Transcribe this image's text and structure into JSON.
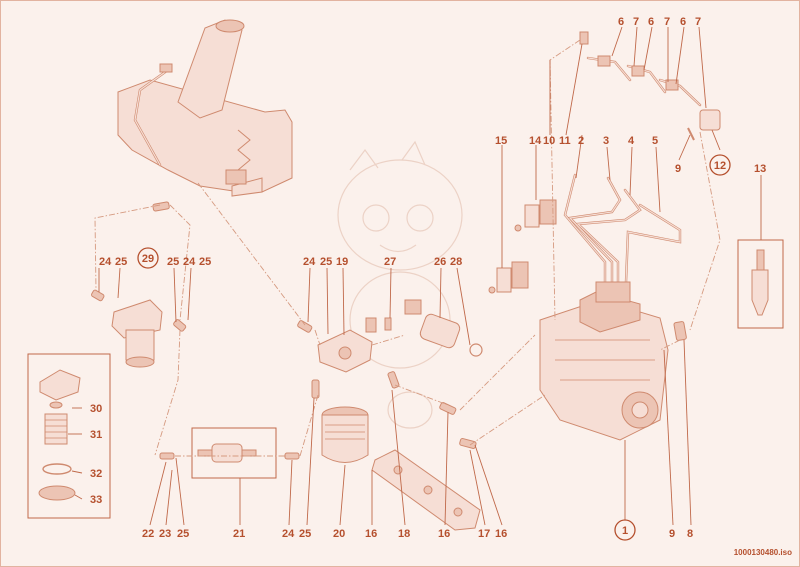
{
  "drawing_code": "1000130480.iso",
  "callouts": [
    {
      "id": "c6a",
      "text": "6"
    },
    {
      "id": "c7a",
      "text": "7"
    },
    {
      "id": "c6b",
      "text": "6"
    },
    {
      "id": "c7b",
      "text": "7"
    },
    {
      "id": "c6c",
      "text": "6"
    },
    {
      "id": "c7c",
      "text": "7"
    },
    {
      "id": "c15",
      "text": "15"
    },
    {
      "id": "c14",
      "text": "14"
    },
    {
      "id": "c10",
      "text": "10"
    },
    {
      "id": "c11",
      "text": "11"
    },
    {
      "id": "c2",
      "text": "2"
    },
    {
      "id": "c3",
      "text": "3"
    },
    {
      "id": "c4",
      "text": "4"
    },
    {
      "id": "c5",
      "text": "5"
    },
    {
      "id": "c9a",
      "text": "9"
    },
    {
      "id": "c13",
      "text": "13"
    },
    {
      "id": "c24a",
      "text": "24"
    },
    {
      "id": "c25a",
      "text": "25"
    },
    {
      "id": "c25b",
      "text": "25"
    },
    {
      "id": "c24b",
      "text": "24"
    },
    {
      "id": "c25c",
      "text": "25"
    },
    {
      "id": "c24c",
      "text": "24"
    },
    {
      "id": "c25d",
      "text": "25"
    },
    {
      "id": "c19",
      "text": "19"
    },
    {
      "id": "c27",
      "text": "27"
    },
    {
      "id": "c26",
      "text": "26"
    },
    {
      "id": "c28",
      "text": "28"
    },
    {
      "id": "c30",
      "text": "30"
    },
    {
      "id": "c31",
      "text": "31"
    },
    {
      "id": "c32",
      "text": "32"
    },
    {
      "id": "c33",
      "text": "33"
    },
    {
      "id": "c22",
      "text": "22"
    },
    {
      "id": "c23",
      "text": "23"
    },
    {
      "id": "c25e",
      "text": "25"
    },
    {
      "id": "c21",
      "text": "21"
    },
    {
      "id": "c24d",
      "text": "24"
    },
    {
      "id": "c25f",
      "text": "25"
    },
    {
      "id": "c20",
      "text": "20"
    },
    {
      "id": "c16a",
      "text": "16"
    },
    {
      "id": "c18",
      "text": "18"
    },
    {
      "id": "c16b",
      "text": "16"
    },
    {
      "id": "c17",
      "text": "17"
    },
    {
      "id": "c16c",
      "text": "16"
    },
    {
      "id": "c9b",
      "text": "9"
    },
    {
      "id": "c8",
      "text": "8"
    }
  ],
  "circled_callouts": [
    {
      "id": "c12",
      "text": "12"
    },
    {
      "id": "c29",
      "text": "29"
    },
    {
      "id": "c1",
      "text": "1"
    }
  ]
}
